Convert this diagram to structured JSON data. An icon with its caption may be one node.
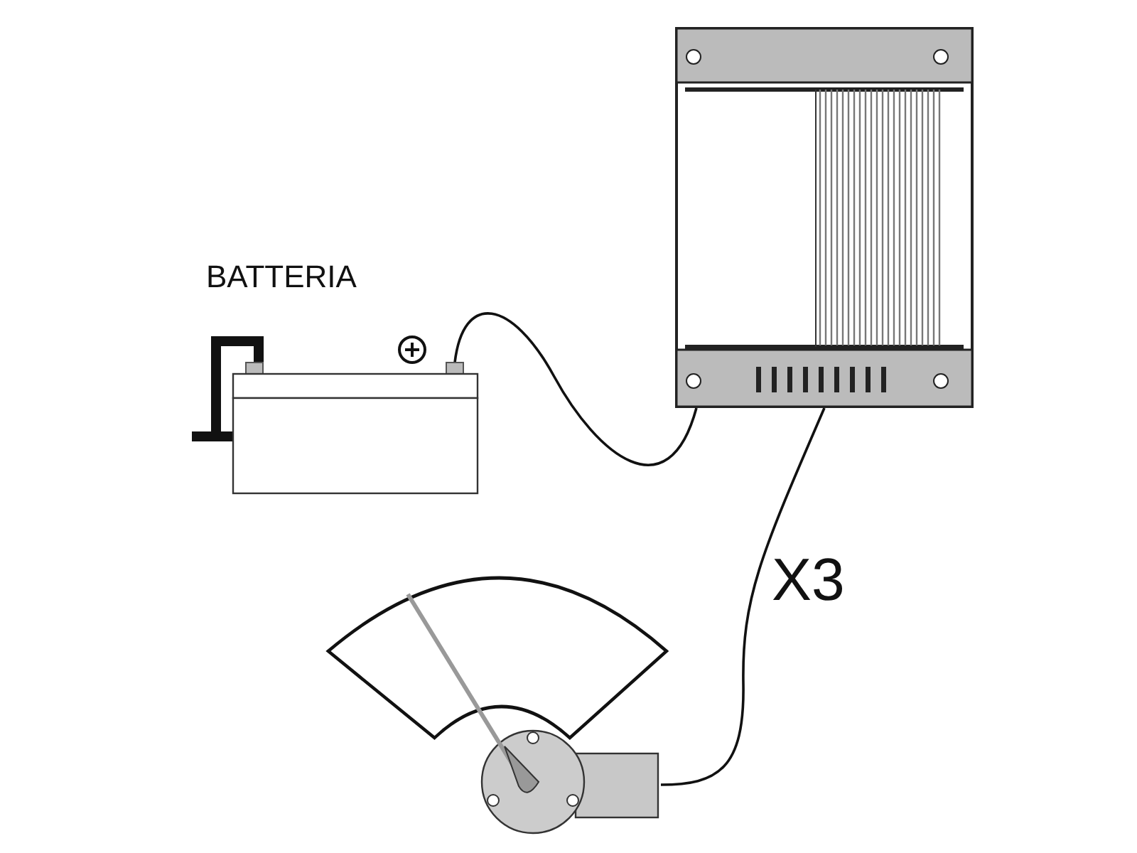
{
  "diagram": {
    "nodes": [
      {
        "text": [
          "BATTERIA"
        ]
      },
      {
        "text": [],
        "shape": "picture"
      },
      {
        "text": [],
        "shape": "picture"
      }
    ],
    "edges": [
      {
        "from": 0,
        "to": 1,
        "arrow": "none"
      },
      {
        "from": 1,
        "to": 2,
        "arrow": "none",
        "label": "X3"
      }
    ]
  }
}
